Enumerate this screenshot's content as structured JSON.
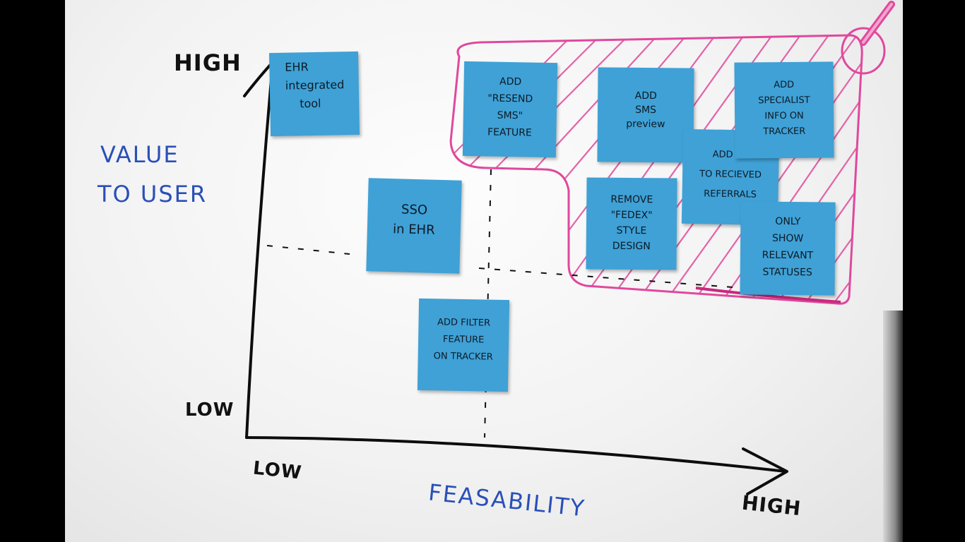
{
  "axes": {
    "y_top": "HIGH",
    "y_bottom": "LOW",
    "y_title_line1": "VALUE",
    "y_title_line2": "TO USER",
    "x_left": "LOW",
    "x_right": "HIGH",
    "x_title": "FEASABILITY"
  },
  "notes": [
    {
      "id": "ehr-integrated-tool",
      "lines": [
        "EHR",
        "integrated",
        "tool"
      ]
    },
    {
      "id": "add-resend-sms",
      "lines": [
        "ADD",
        "\"RESEND",
        "SMS\"",
        "FEATURE"
      ]
    },
    {
      "id": "add-sms-preview",
      "lines": [
        "ADD",
        "SMS",
        "preview"
      ]
    },
    {
      "id": "add-specialist-info",
      "lines": [
        "ADD",
        "SPECIALIST",
        "INFO ON",
        "TRACKER"
      ]
    },
    {
      "id": "add-to-received-referrals",
      "lines": [
        "ADD T...",
        "TO RECIEVED",
        "REFERRALS"
      ]
    },
    {
      "id": "sso-in-ehr",
      "lines": [
        "SSO",
        "in EHR"
      ]
    },
    {
      "id": "remove-fedex-style",
      "lines": [
        "REMOVE",
        "\"FEDEX\"",
        "STYLE",
        "DESIGN"
      ]
    },
    {
      "id": "only-show-relevant",
      "lines": [
        "ONLY",
        "SHOW",
        "RELEVANT",
        "STATUSES"
      ]
    },
    {
      "id": "add-filter-feature",
      "lines": [
        "ADD FILTER",
        "FEATURE",
        "ON TRACKER"
      ]
    }
  ],
  "colors": {
    "sticky_note": "#3fa1d6",
    "marker_black": "#111111",
    "marker_blue": "#2a4fb8",
    "marker_pink": "#e0489c"
  }
}
